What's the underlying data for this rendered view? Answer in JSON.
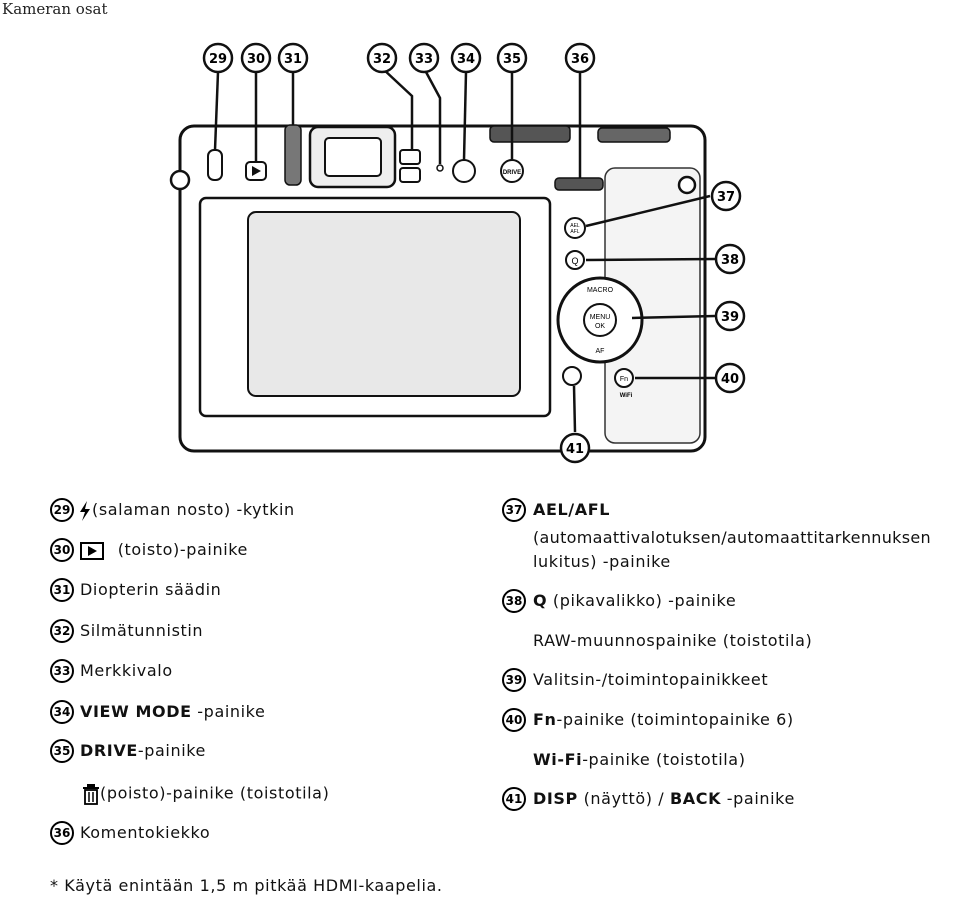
{
  "header": {
    "title": "Kameran osat"
  },
  "callouts": [
    "29",
    "30",
    "31",
    "32",
    "33",
    "34",
    "35",
    "36",
    "37",
    "38",
    "39",
    "40",
    "41"
  ],
  "camera_labels": {
    "macro": "MACRO",
    "menu": "MENU",
    "ok": "OK",
    "af": "AF",
    "ael": "AEL",
    "afl": "AFL",
    "q": "Q",
    "fn": "Fn",
    "wifi": "WiFi",
    "drive": "DRIVE"
  },
  "left_items": [
    {
      "num": "29",
      "text": "(salaman nosto) -kytkin"
    },
    {
      "num": "30",
      "text": "(toisto)-painike"
    },
    {
      "num": "31",
      "text": "Diopterin säädin"
    },
    {
      "num": "32",
      "text": "Silmätunnistin"
    },
    {
      "num": "33",
      "text": "Merkkivalo"
    },
    {
      "num": "34",
      "bold": "VIEW MODE",
      "text": " -painike"
    },
    {
      "num": "35",
      "bold": "DRIVE",
      "text": "-painike"
    },
    {
      "num": "",
      "text": "(poisto)-painike (toistotila)"
    },
    {
      "num": "36",
      "text": "Komentokiekko"
    }
  ],
  "right_items": [
    {
      "num": "37",
      "bold": "AEL/AFL",
      "text": ""
    },
    {
      "num": "",
      "text": "(automaattivalotuksen/automaattitarkennuksen"
    },
    {
      "num": "",
      "text": "lukitus) -painike"
    },
    {
      "num": "38",
      "bold": "Q",
      "text": " (pikavalikko) -painike"
    },
    {
      "num": "",
      "text": "RAW-muunnospainike (toistotila)"
    },
    {
      "num": "39",
      "text": "Valitsin-/toimintopainikkeet"
    },
    {
      "num": "40",
      "bold": "Fn",
      "text": "-painike (toimintopainike 6)"
    },
    {
      "num": "",
      "bold": "Wi-Fi",
      "text": "-painike (toistotila)"
    },
    {
      "num": "41",
      "bold": "DISP",
      "text": " (näyttö) / ",
      "bold2": "BACK",
      "text2": " -painike"
    }
  ],
  "footnote": "* Käytä enintään 1,5 m pitkää HDMI-kaapelia."
}
